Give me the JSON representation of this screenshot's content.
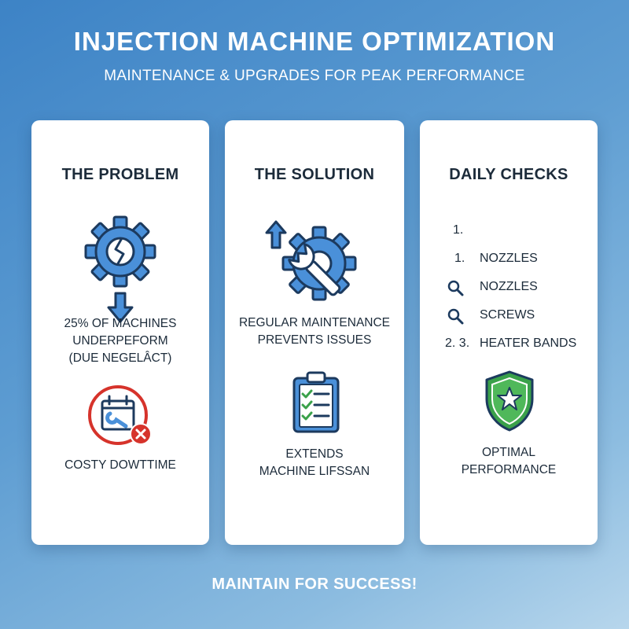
{
  "header": {
    "title": "INJECTION MACHINE OPTIMIZATION",
    "subtitle": "MAINTENANCE & UPGRADES FOR PEAK PERFORMANCE"
  },
  "cards": {
    "problem": {
      "heading": "THE PROBLEM",
      "stat_text": "25% OF MACHINES\nUNDERPEFORM\n(DUE NEGELÂCT)",
      "downtime_text": "COSTY DOWTTIME",
      "icons": [
        "broken-gear-icon",
        "down-arrow-icon",
        "calendar-wrench-icon",
        "error-x-icon"
      ]
    },
    "solution": {
      "heading": "THE SOLUTION",
      "maintenance_text": "REGULAR MAINTENANCE\nPREVENTS ISSUES",
      "lifespan_text": "EXTENDS\nMACHINE LIFSSAN",
      "icons": [
        "up-arrow-icon",
        "gear-wrench-icon",
        "checklist-clipboard-icon"
      ]
    },
    "checks": {
      "heading": "DAILY CHECKS",
      "items": [
        {
          "marker": "1.",
          "label": ""
        },
        {
          "marker": "1.",
          "label": "NOZZLES"
        },
        {
          "marker": "",
          "label": "NOZZLES"
        },
        {
          "marker": "",
          "label": "SCREWS"
        },
        {
          "marker": "2. 3.",
          "label": "HEATER BANDS"
        }
      ],
      "result_text": "OPTIMAL\nPERFORMANCE",
      "icons": [
        "magnifier-icon",
        "shield-star-icon"
      ]
    }
  },
  "footer": {
    "text": "MAINTAIN FOR SUCCESS!"
  },
  "colors": {
    "accent_blue": "#4a90d9",
    "outline_navy": "#1c3a5e",
    "check_green": "#3aa14a",
    "alert_red": "#d6332b"
  }
}
